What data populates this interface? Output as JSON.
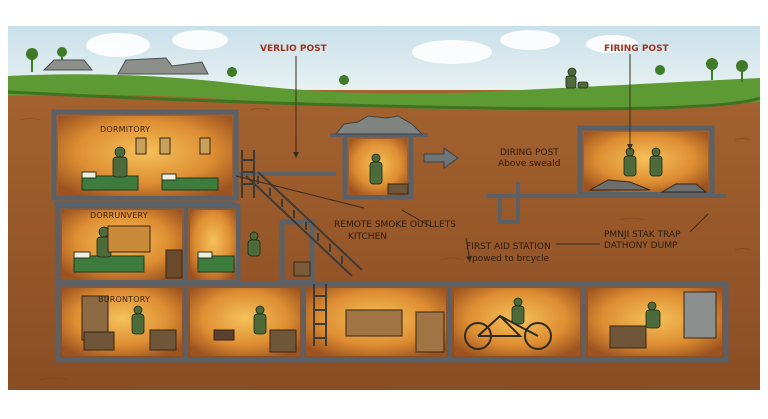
{
  "labels": {
    "verlid_post": "VERLIO POST",
    "firing_post": "FIRING POST",
    "diring_post": "DIRING POST",
    "above_sweald": "Above sweald",
    "remote_smoke": "REMOTE SMOKE OUTLLETS",
    "kitchen": "KITCHEN",
    "first_aid": "FIRST AID STATION",
    "powed": "powed to brcycle",
    "pmnji": "PMNJI STAK TRAP",
    "dathony": "DATHONY DUMP"
  },
  "rooms": {
    "room1": "DORMITORY",
    "room2": "DORRUNVERY",
    "room3": "BURONTORY"
  },
  "colors": {
    "sky": "#dbe9ef",
    "grass": "#5e9a34",
    "soil": "#9a5a2c",
    "soil_dark": "#7d4420",
    "room_glow": "#e19a3a",
    "wall": "#5b6166",
    "label_red": "#a3321c"
  }
}
